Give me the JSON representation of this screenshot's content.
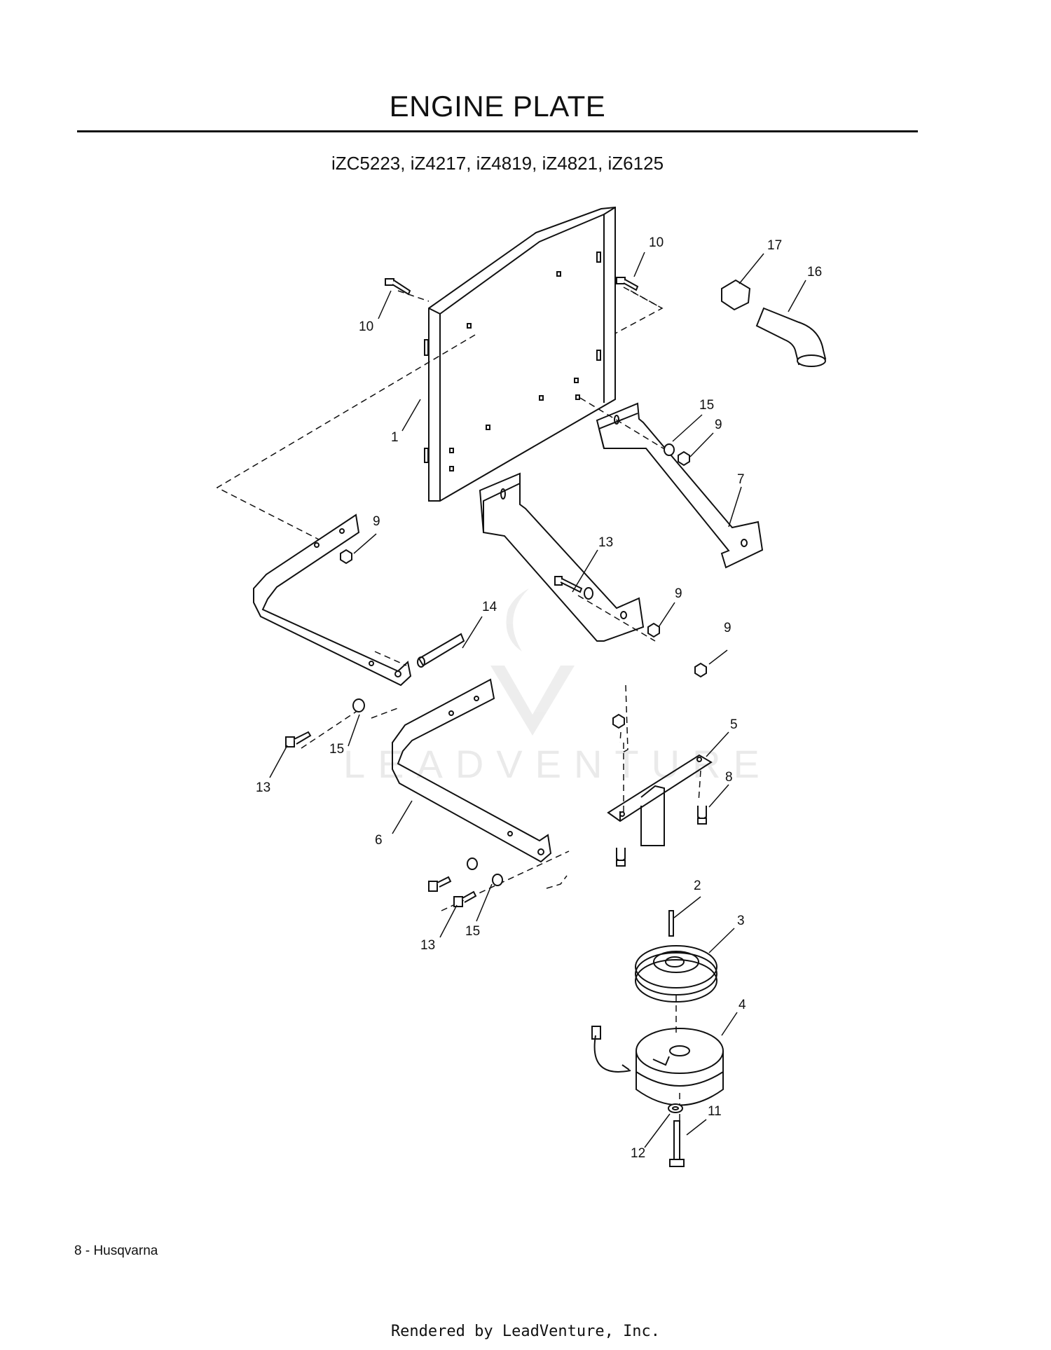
{
  "title": "ENGINE PLATE",
  "models": "iZC5223, iZ4217, iZ4819, iZ4821, iZ6125",
  "watermark": "LEADVENTURE",
  "callouts": {
    "c1": "1",
    "c2": "2",
    "c3": "3",
    "c4": "4",
    "c5": "5",
    "c6": "6",
    "c7": "7",
    "c8": "8",
    "c9a": "9",
    "c9b": "9",
    "c9c": "9",
    "c9d": "9",
    "c10a": "10",
    "c10b": "10",
    "c11": "11",
    "c12": "12",
    "c13a": "13",
    "c13b": "13",
    "c13c": "13",
    "c14": "14",
    "c15a": "15",
    "c15b": "15",
    "c15c": "15",
    "c16": "16",
    "c17": "17"
  },
  "footer": {
    "page_label": "8 - Husqvarna",
    "rendered_by": "Rendered by LeadVenture, Inc."
  }
}
